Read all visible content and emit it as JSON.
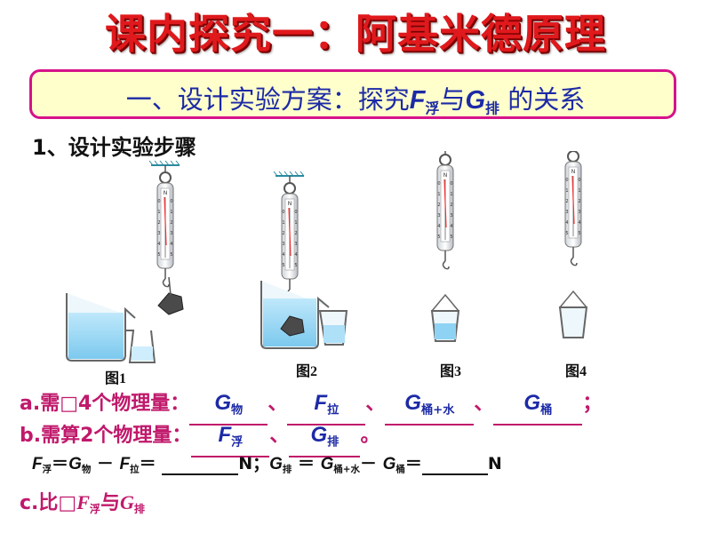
{
  "title": "课内探究一：阿基米德原理",
  "subtitle": {
    "prefix": "一、设计实验方案：探究",
    "f": "F",
    "f_sub": "浮",
    "mid": "与",
    "g": "G",
    "g_sub": "排",
    "suffix": " 的关系"
  },
  "step_title": "1、设计实验步骤",
  "figures": {
    "scale_mark": "N",
    "scale_ticks": [
      "0",
      "1",
      "2",
      "3",
      "4",
      "5"
    ],
    "labels": [
      "图1",
      "图2",
      "图3",
      "图4"
    ]
  },
  "line_a": {
    "prefix": "a.需□4个物理量：",
    "answers": [
      {
        "sym": "G",
        "sub": "物"
      },
      {
        "sym": "F",
        "sub": "拉"
      },
      {
        "sym": "G",
        "sub": "桶+水"
      },
      {
        "sym": "G",
        "sub": "桶"
      }
    ],
    "sep": "、",
    "end": "；"
  },
  "line_b": {
    "prefix": "b.需算2个物理量：",
    "answers": [
      {
        "sym": "F",
        "sub": "浮"
      },
      {
        "sym": "G",
        "sub": "排"
      }
    ],
    "sep": "、",
    "end": "。"
  },
  "formula": {
    "f": "F",
    "f_sub": "浮",
    "eq1": "＝",
    "g": "G",
    "g_sub": "物",
    "minus1": " － ",
    "f2": "F",
    "f2_sub": "拉",
    "eq2": "＝",
    "unit1": "N；",
    "g2": "G",
    "g2_sub": "排",
    "eq3": " ＝ ",
    "g3": "G",
    "g3_sub": "桶+水",
    "minus2": "－ ",
    "g4": "G",
    "g4_sub": "桶",
    "eq4": "＝",
    "unit2": "N"
  },
  "line_c": {
    "prefix": "c.比□",
    "f": "F",
    "f_sub": "浮",
    "mid": "与",
    "g": "G",
    "g_sub": "排"
  },
  "colors": {
    "title": "#e0191c",
    "subtitle_text": "#1c2aa6",
    "box_border": "#d6128a",
    "box_fill": "#ffffcc",
    "question_text": "#c0196b",
    "water": "#8fd3f4"
  }
}
